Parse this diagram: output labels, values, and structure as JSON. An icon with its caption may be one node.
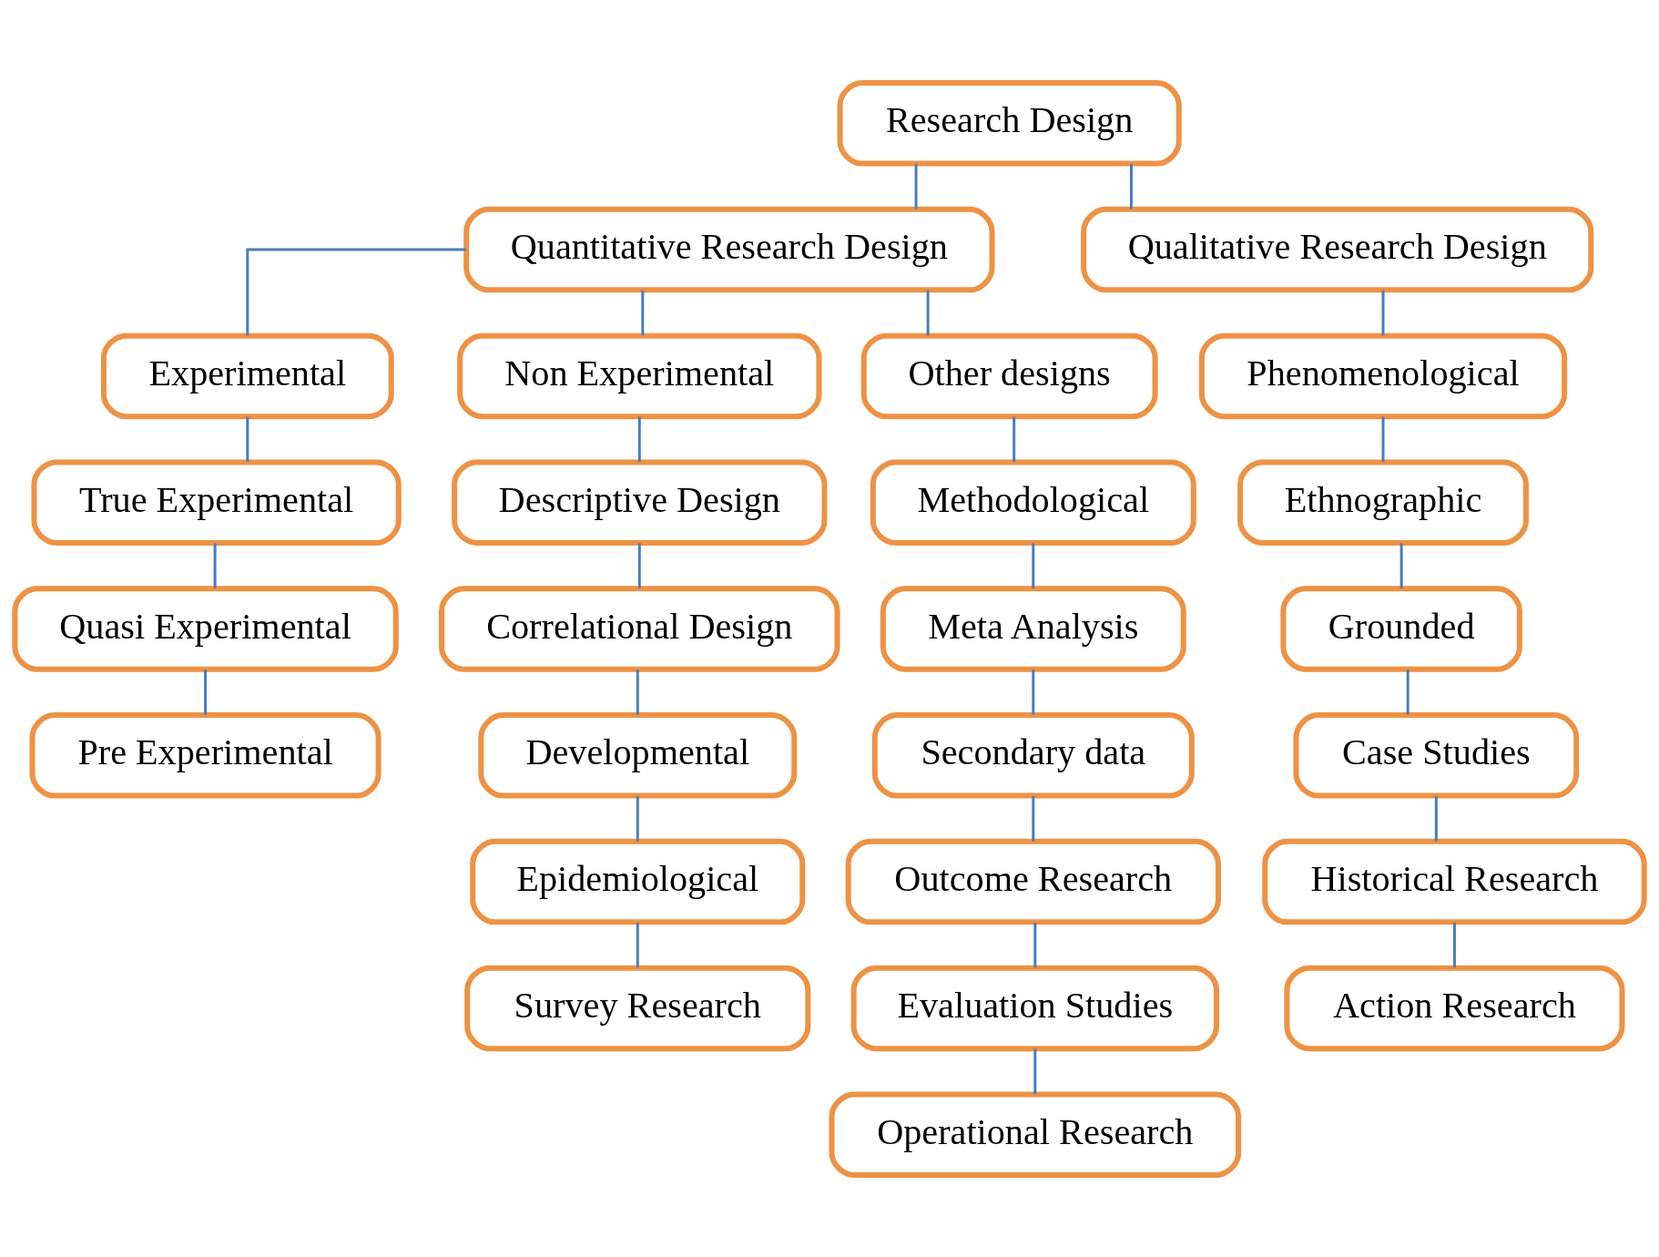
{
  "diagram": {
    "nodes": [
      {
        "text": [
          "Research Design"
        ]
      },
      {
        "text": [
          "Quantitative Research Design"
        ]
      },
      {
        "text": [
          "Qualitative Research Design"
        ]
      },
      {
        "text": [
          "Experimental"
        ]
      },
      {
        "text": [
          "Non Experimental"
        ]
      },
      {
        "text": [
          "Other designs"
        ]
      },
      {
        "text": [
          "Phenomenological"
        ]
      },
      {
        "text": [
          "True Experimental"
        ]
      },
      {
        "text": [
          "Quasi Experimental"
        ]
      },
      {
        "text": [
          "Pre Experimental"
        ]
      },
      {
        "text": [
          "Descriptive Design"
        ]
      },
      {
        "text": [
          "Correlational Design"
        ]
      },
      {
        "text": [
          "Developmental"
        ]
      },
      {
        "text": [
          "Epidemiological"
        ]
      },
      {
        "text": [
          "Survey Research"
        ]
      },
      {
        "text": [
          "Methodological"
        ]
      },
      {
        "text": [
          "Meta Analysis"
        ]
      },
      {
        "text": [
          "Secondary data"
        ]
      },
      {
        "text": [
          "Outcome Research"
        ]
      },
      {
        "text": [
          "Evaluation Studies"
        ]
      },
      {
        "text": [
          "Operational Research"
        ]
      },
      {
        "text": [
          "Ethnographic"
        ]
      },
      {
        "text": [
          "Grounded"
        ]
      },
      {
        "text": [
          "Case Studies"
        ]
      },
      {
        "text": [
          "Historical Research"
        ]
      },
      {
        "text": [
          "Action Research"
        ]
      }
    ],
    "edges": [
      {
        "from": 0,
        "to": 1,
        "arrow": "none"
      },
      {
        "from": 0,
        "to": 2,
        "arrow": "none"
      },
      {
        "from": 1,
        "to": 3,
        "arrow": "none"
      },
      {
        "from": 1,
        "to": 4,
        "arrow": "none"
      },
      {
        "from": 1,
        "to": 5,
        "arrow": "none"
      },
      {
        "from": 2,
        "to": 6,
        "arrow": "none"
      },
      {
        "from": 3,
        "to": 7,
        "arrow": "none"
      },
      {
        "from": 7,
        "to": 8,
        "arrow": "none"
      },
      {
        "from": 8,
        "to": 9,
        "arrow": "none"
      },
      {
        "from": 4,
        "to": 10,
        "arrow": "none"
      },
      {
        "from": 10,
        "to": 11,
        "arrow": "none"
      },
      {
        "from": 11,
        "to": 12,
        "arrow": "none"
      },
      {
        "from": 12,
        "to": 13,
        "arrow": "none"
      },
      {
        "from": 13,
        "to": 14,
        "arrow": "none"
      },
      {
        "from": 5,
        "to": 15,
        "arrow": "none"
      },
      {
        "from": 15,
        "to": 16,
        "arrow": "none"
      },
      {
        "from": 16,
        "to": 17,
        "arrow": "none"
      },
      {
        "from": 17,
        "to": 18,
        "arrow": "none"
      },
      {
        "from": 18,
        "to": 19,
        "arrow": "none"
      },
      {
        "from": 19,
        "to": 20,
        "arrow": "none"
      },
      {
        "from": 6,
        "to": 21,
        "arrow": "none"
      },
      {
        "from": 21,
        "to": 22,
        "arrow": "none"
      },
      {
        "from": 22,
        "to": 23,
        "arrow": "none"
      },
      {
        "from": 23,
        "to": 24,
        "arrow": "none"
      },
      {
        "from": 24,
        "to": 25,
        "arrow": "none"
      }
    ]
  }
}
